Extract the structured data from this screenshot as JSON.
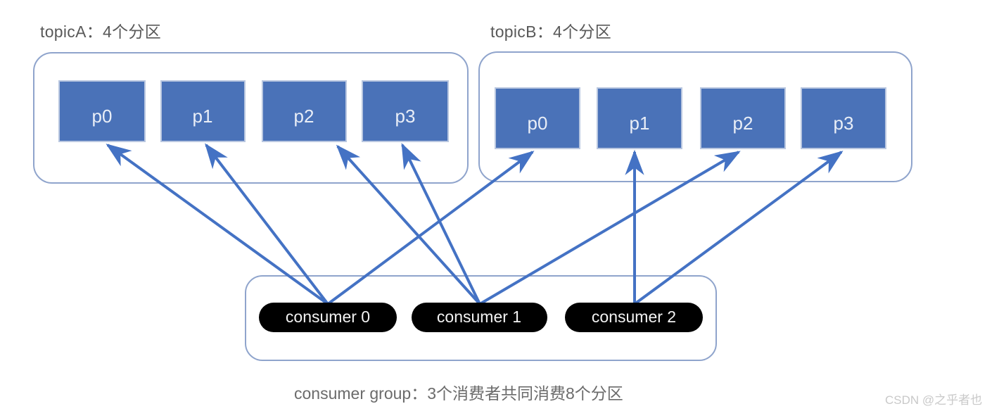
{
  "diagram": {
    "title_topic_a": "topicA：4个分区",
    "title_topic_b": "topicB：4个分区",
    "group_caption": "consumer group：3个消费者共同消费8个分区",
    "watermark": "CSDN @之乎者也",
    "colors": {
      "partition_fill": "#4a72b8",
      "partition_stroke": "#a7b8d8",
      "container_stroke": "#8fa4cc",
      "arrow": "#4472c4",
      "consumer_fill": "#000000",
      "text_gray": "#595959",
      "watermark_gray": "#c9c9c9",
      "background": "#ffffff"
    },
    "topics": [
      {
        "name": "topicA",
        "partition_count": 4,
        "partitions": [
          {
            "label": "p0"
          },
          {
            "label": "p1"
          },
          {
            "label": "p2"
          },
          {
            "label": "p3"
          }
        ]
      },
      {
        "name": "topicB",
        "partition_count": 4,
        "partitions": [
          {
            "label": "p0"
          },
          {
            "label": "p1"
          },
          {
            "label": "p2"
          },
          {
            "label": "p3"
          }
        ]
      }
    ],
    "consumer_group": {
      "consumer_count": 3,
      "consumers": [
        {
          "label": "consumer 0"
        },
        {
          "label": "consumer 1"
        },
        {
          "label": "consumer 2"
        }
      ]
    },
    "assignments": [
      {
        "consumer": "consumer 0",
        "topic": "topicA",
        "partition": "p0"
      },
      {
        "consumer": "consumer 0",
        "topic": "topicA",
        "partition": "p1"
      },
      {
        "consumer": "consumer 0",
        "topic": "topicB",
        "partition": "p0"
      },
      {
        "consumer": "consumer 1",
        "topic": "topicA",
        "partition": "p2"
      },
      {
        "consumer": "consumer 1",
        "topic": "topicA",
        "partition": "p3"
      },
      {
        "consumer": "consumer 1",
        "topic": "topicB",
        "partition": "p2"
      },
      {
        "consumer": "consumer 2",
        "topic": "topicB",
        "partition": "p1"
      },
      {
        "consumer": "consumer 2",
        "topic": "topicB",
        "partition": "p3"
      }
    ]
  }
}
